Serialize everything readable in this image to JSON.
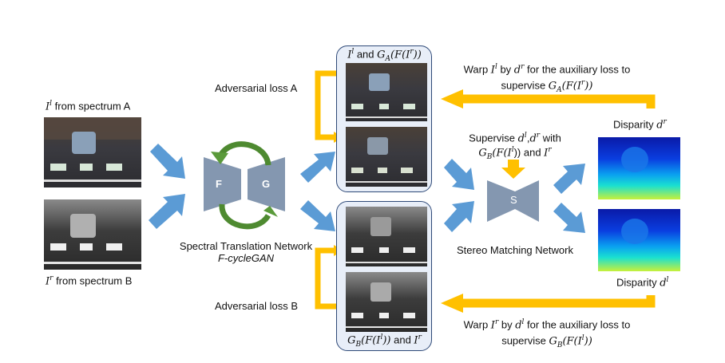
{
  "colors": {
    "flow_arrow": "#5b9bd5",
    "loss_arrow": "#ffc000",
    "cycle_arrow": "#5a9a3a",
    "network_block": "#8497b0",
    "panel_border": "#2f4a78",
    "panel_fill": "#e8eef8"
  },
  "inputs": {
    "left_label": "I^l from spectrum A",
    "left_label_math": "I",
    "left_label_sup": "l",
    "left_label_text": " from spectrum A",
    "right_label_math": "I",
    "right_label_sup": "r",
    "right_label_text": " from spectrum B",
    "left_image": "RGB street scene (spectrum A)",
    "right_image": "Grayscale street scene (spectrum B)"
  },
  "translation_network": {
    "block_f": "F",
    "block_g": "G",
    "title": "Spectral Translation Network",
    "subtitle": "F-cycleGAN"
  },
  "panel_a": {
    "header_math1": "I",
    "header_sup1": "l",
    "header_and": " and ",
    "header_math2": "G",
    "header_sub2": "A",
    "header_rest": "(F(I",
    "header_sup3": "r",
    "header_close": "))",
    "loss_label": "Adversarial loss A"
  },
  "panel_b": {
    "footer_math1": "G",
    "footer_sub1": "B",
    "footer_rest": "(F(I",
    "footer_sup1": "l",
    "footer_close": "))",
    "footer_and": " and ",
    "footer_math2": "I",
    "footer_sup2": "r",
    "loss_label": "Adversarial loss B"
  },
  "stereo": {
    "block_s": "S",
    "title": "Stereo Matching Network",
    "supervise_line1_a": "Supervise ",
    "supervise_d": "d",
    "supervise_sup_l": "l",
    "supervise_comma": ",",
    "supervise_sup_r": "r",
    "supervise_line1_b": " with",
    "supervise_line2_G": "G",
    "supervise_line2_sub": "B",
    "supervise_line2_rest": "(F(I",
    "supervise_line2_sup": "l",
    "supervise_line2_close": ")) and ",
    "supervise_line2_I": "I",
    "supervise_line2_sup2": "r"
  },
  "disparity": {
    "top_label_text": "Disparity ",
    "top_label_math": "d",
    "top_label_sup": "r",
    "bottom_label_text": "Disparity ",
    "bottom_label_math": "d",
    "bottom_label_sup": "l"
  },
  "warp_top": {
    "line1_a": "Warp ",
    "I": "I",
    "I_sup": "l",
    "by": " by ",
    "d": "d",
    "d_sup": "r",
    "line1_b": " for the auxiliary loss to",
    "line2_a": "supervise ",
    "G": "G",
    "G_sub": "A",
    "rest": "(F(I",
    "rest_sup": "r",
    "close": "))"
  },
  "warp_bottom": {
    "line1_a": "Warp ",
    "I": "I",
    "I_sup": "r",
    "by": " by ",
    "d": "d",
    "d_sup": "l",
    "line1_b": " for the auxiliary loss to",
    "line2_a": "supervise ",
    "G": "G",
    "G_sub": "B",
    "rest": "(F(I",
    "rest_sup": "l",
    "close": "))"
  }
}
